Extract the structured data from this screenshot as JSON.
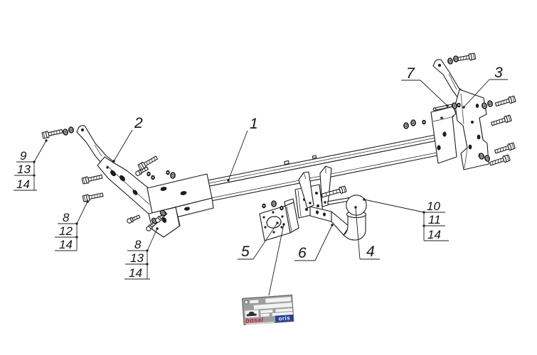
{
  "drawing": {
    "background": "#ffffff",
    "line_color": "#1c1c1c"
  },
  "callouts": {
    "crossbeam": "1",
    "left_bracket": "2",
    "right_bracket": "3",
    "tow_ball": "4",
    "socket_plate": "5",
    "ball_arm": "6",
    "locking_pin": "7",
    "stacks": {
      "left_top": [
        "9",
        "13",
        "14"
      ],
      "left_mid": [
        "8",
        "12",
        "14"
      ],
      "left_bottom": [
        "8",
        "13",
        "14"
      ],
      "right": [
        "10",
        "11",
        "14"
      ]
    }
  },
  "id_plate": {
    "brand_left": "bosal",
    "brand_right": "oris",
    "bg_color": "#9e9e9e",
    "brand_left_color": "#cf2027",
    "brand_right_bg": "#21409a"
  }
}
